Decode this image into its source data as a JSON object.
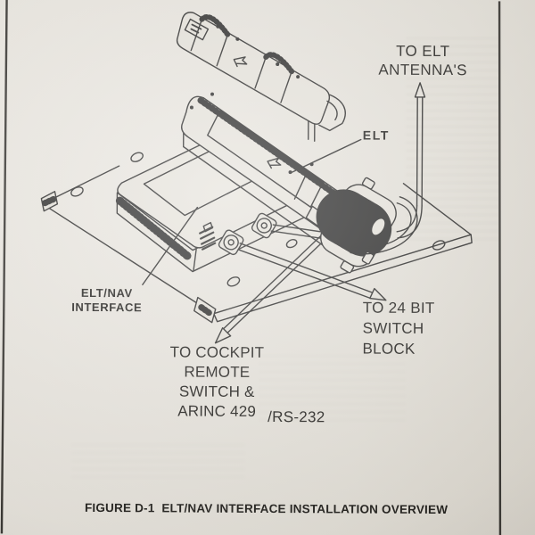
{
  "figure": {
    "caption": "FIGURE D-1  ELT/NAV INTERFACE INSTALLATION OVERVIEW"
  },
  "annotations": {
    "to_elt_antennas": "TO ELT\nANTENNA'S",
    "elt": "ELT",
    "elt_nav_interface": "ELT/NAV\nINTERFACE",
    "to_24_bit_switch_block": "TO 24 BIT\nSWITCH\nBLOCK",
    "to_cockpit_remote": "TO COCKPIT\nREMOTE\nSWITCH &\nARINC 429",
    "rs_232": "/RS-232"
  },
  "icons": {
    "antenna_arrow": "arrow-up-outline",
    "switch_block_arrow": "arrow-down-right-outline",
    "cockpit_arrow": "arrow-down-left-outline",
    "cover_direction_arrow": "small-arrow-glyph",
    "elt_direction_arrow": "small-arrow-glyph"
  },
  "colors": {
    "paper": "#e7e4dd",
    "ink": "#2b2b2b",
    "text": "#1f1e1c",
    "page_border": "#33312e"
  }
}
